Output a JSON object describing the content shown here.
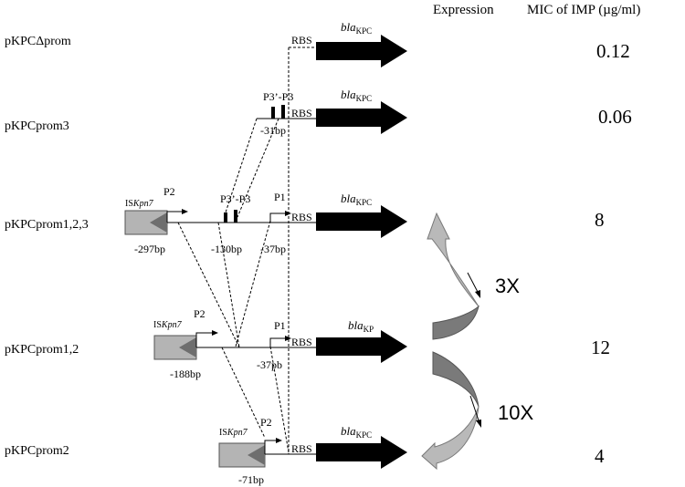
{
  "headers": {
    "expression": "Expression",
    "mic": "MIC of IMP (µg/ml)"
  },
  "constructs": [
    {
      "name": "pKPCΔprom",
      "mic": "0.12"
    },
    {
      "name": "pKPCprom3",
      "mic": "0.06"
    },
    {
      "name": "pKPCprom1,2,3",
      "mic": "8"
    },
    {
      "name": "pKPCprom1,2",
      "mic": "12"
    },
    {
      "name": "pKPCprom2",
      "mic": "4"
    }
  ],
  "labels": {
    "rbs": "RBS",
    "gene_main": "bla",
    "gene_sub": "KPC",
    "gene_sub_short": "KP",
    "is_prefix": "IS",
    "is_name": "Kpn7",
    "p1": "P1",
    "p2": "P2",
    "p3": "P3’-P3"
  },
  "positions": {
    "prom3_p3": "-31bp",
    "prom123_is": "-297bp",
    "prom123_p3": "-130bp",
    "prom123_p1": "-37bp",
    "prom12_is": "-188bp",
    "prom12_p1": "-37pb",
    "prom2_is": "-71bp"
  },
  "folds": [
    "3X",
    "10X"
  ],
  "colors": {
    "gene_arrow": "#000000",
    "is_box": "#b4b4b4",
    "is_triangle": "#6e6e6e",
    "expr_light": "#b9b9b9",
    "expr_dark": "#7a7a7a"
  }
}
